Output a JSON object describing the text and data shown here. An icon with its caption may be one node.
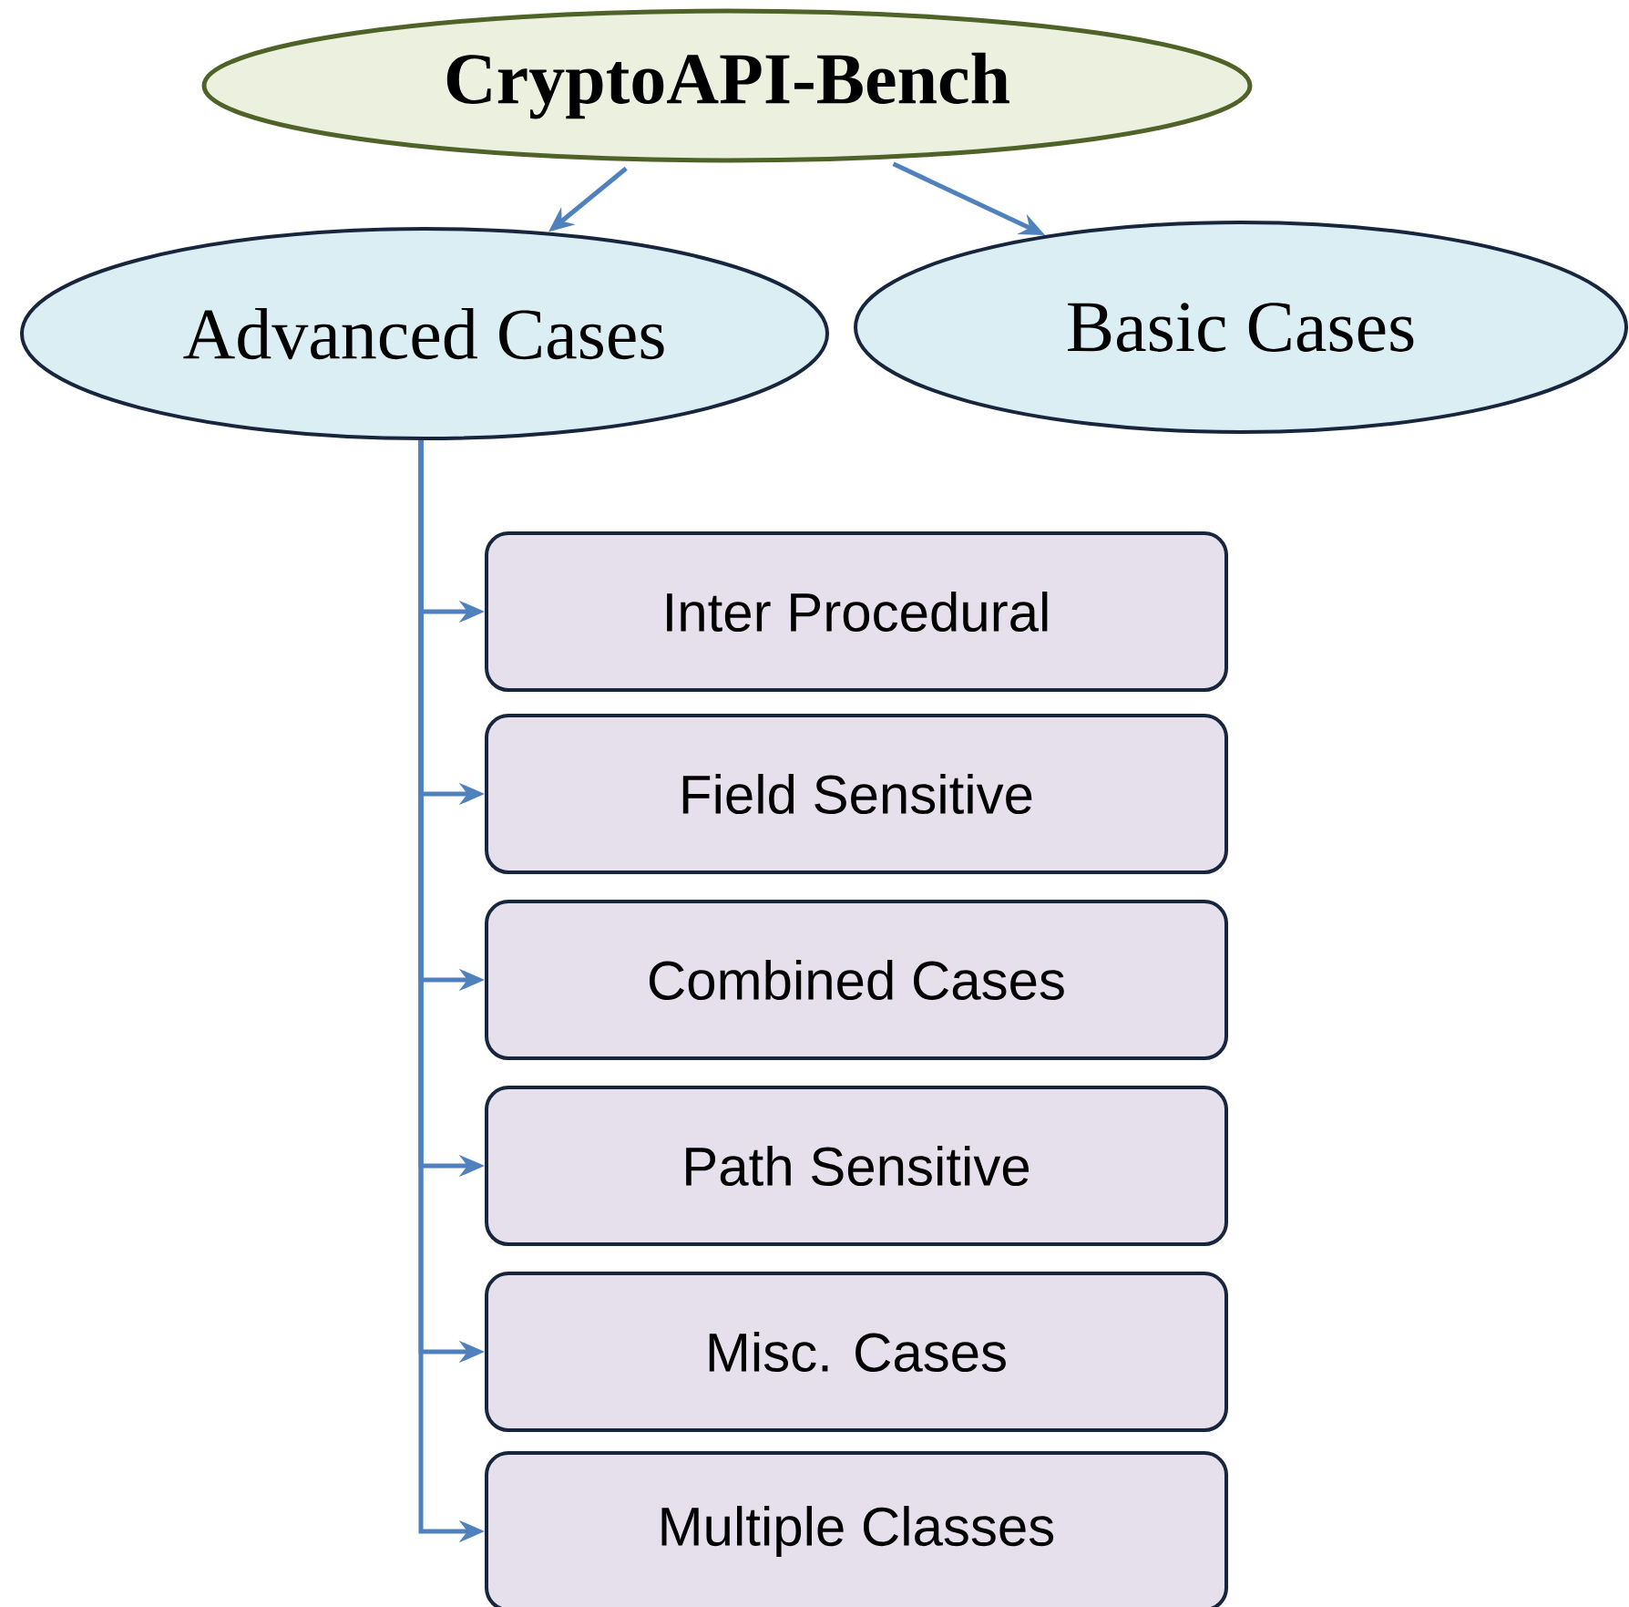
{
  "diagram": {
    "nodes": [
      {
        "text": [
          "CryptoAPI-Bench"
        ]
      },
      {
        "text": [
          "Advanced Cases"
        ]
      },
      {
        "text": [
          "Basic Cases"
        ]
      },
      {
        "text": [
          "Inter Procedural"
        ]
      },
      {
        "text": [
          "Field Sensitive"
        ]
      },
      {
        "text": [
          "Combined Cases"
        ]
      },
      {
        "text": [
          "Path Sensitive"
        ]
      },
      {
        "text": [
          "Misc. Cases"
        ]
      },
      {
        "text": [
          "Multiple Classes"
        ]
      }
    ],
    "edges": [
      {
        "from": 0,
        "to": 1,
        "arrow": "to"
      },
      {
        "from": 0,
        "to": 2,
        "arrow": "to"
      },
      {
        "from": 1,
        "to": 3,
        "arrow": "to"
      },
      {
        "from": 1,
        "to": 4,
        "arrow": "to"
      },
      {
        "from": 1,
        "to": 5,
        "arrow": "to"
      },
      {
        "from": 1,
        "to": 6,
        "arrow": "to"
      },
      {
        "from": 1,
        "to": 7,
        "arrow": "to"
      },
      {
        "from": 1,
        "to": 8,
        "arrow": "to"
      }
    ]
  }
}
